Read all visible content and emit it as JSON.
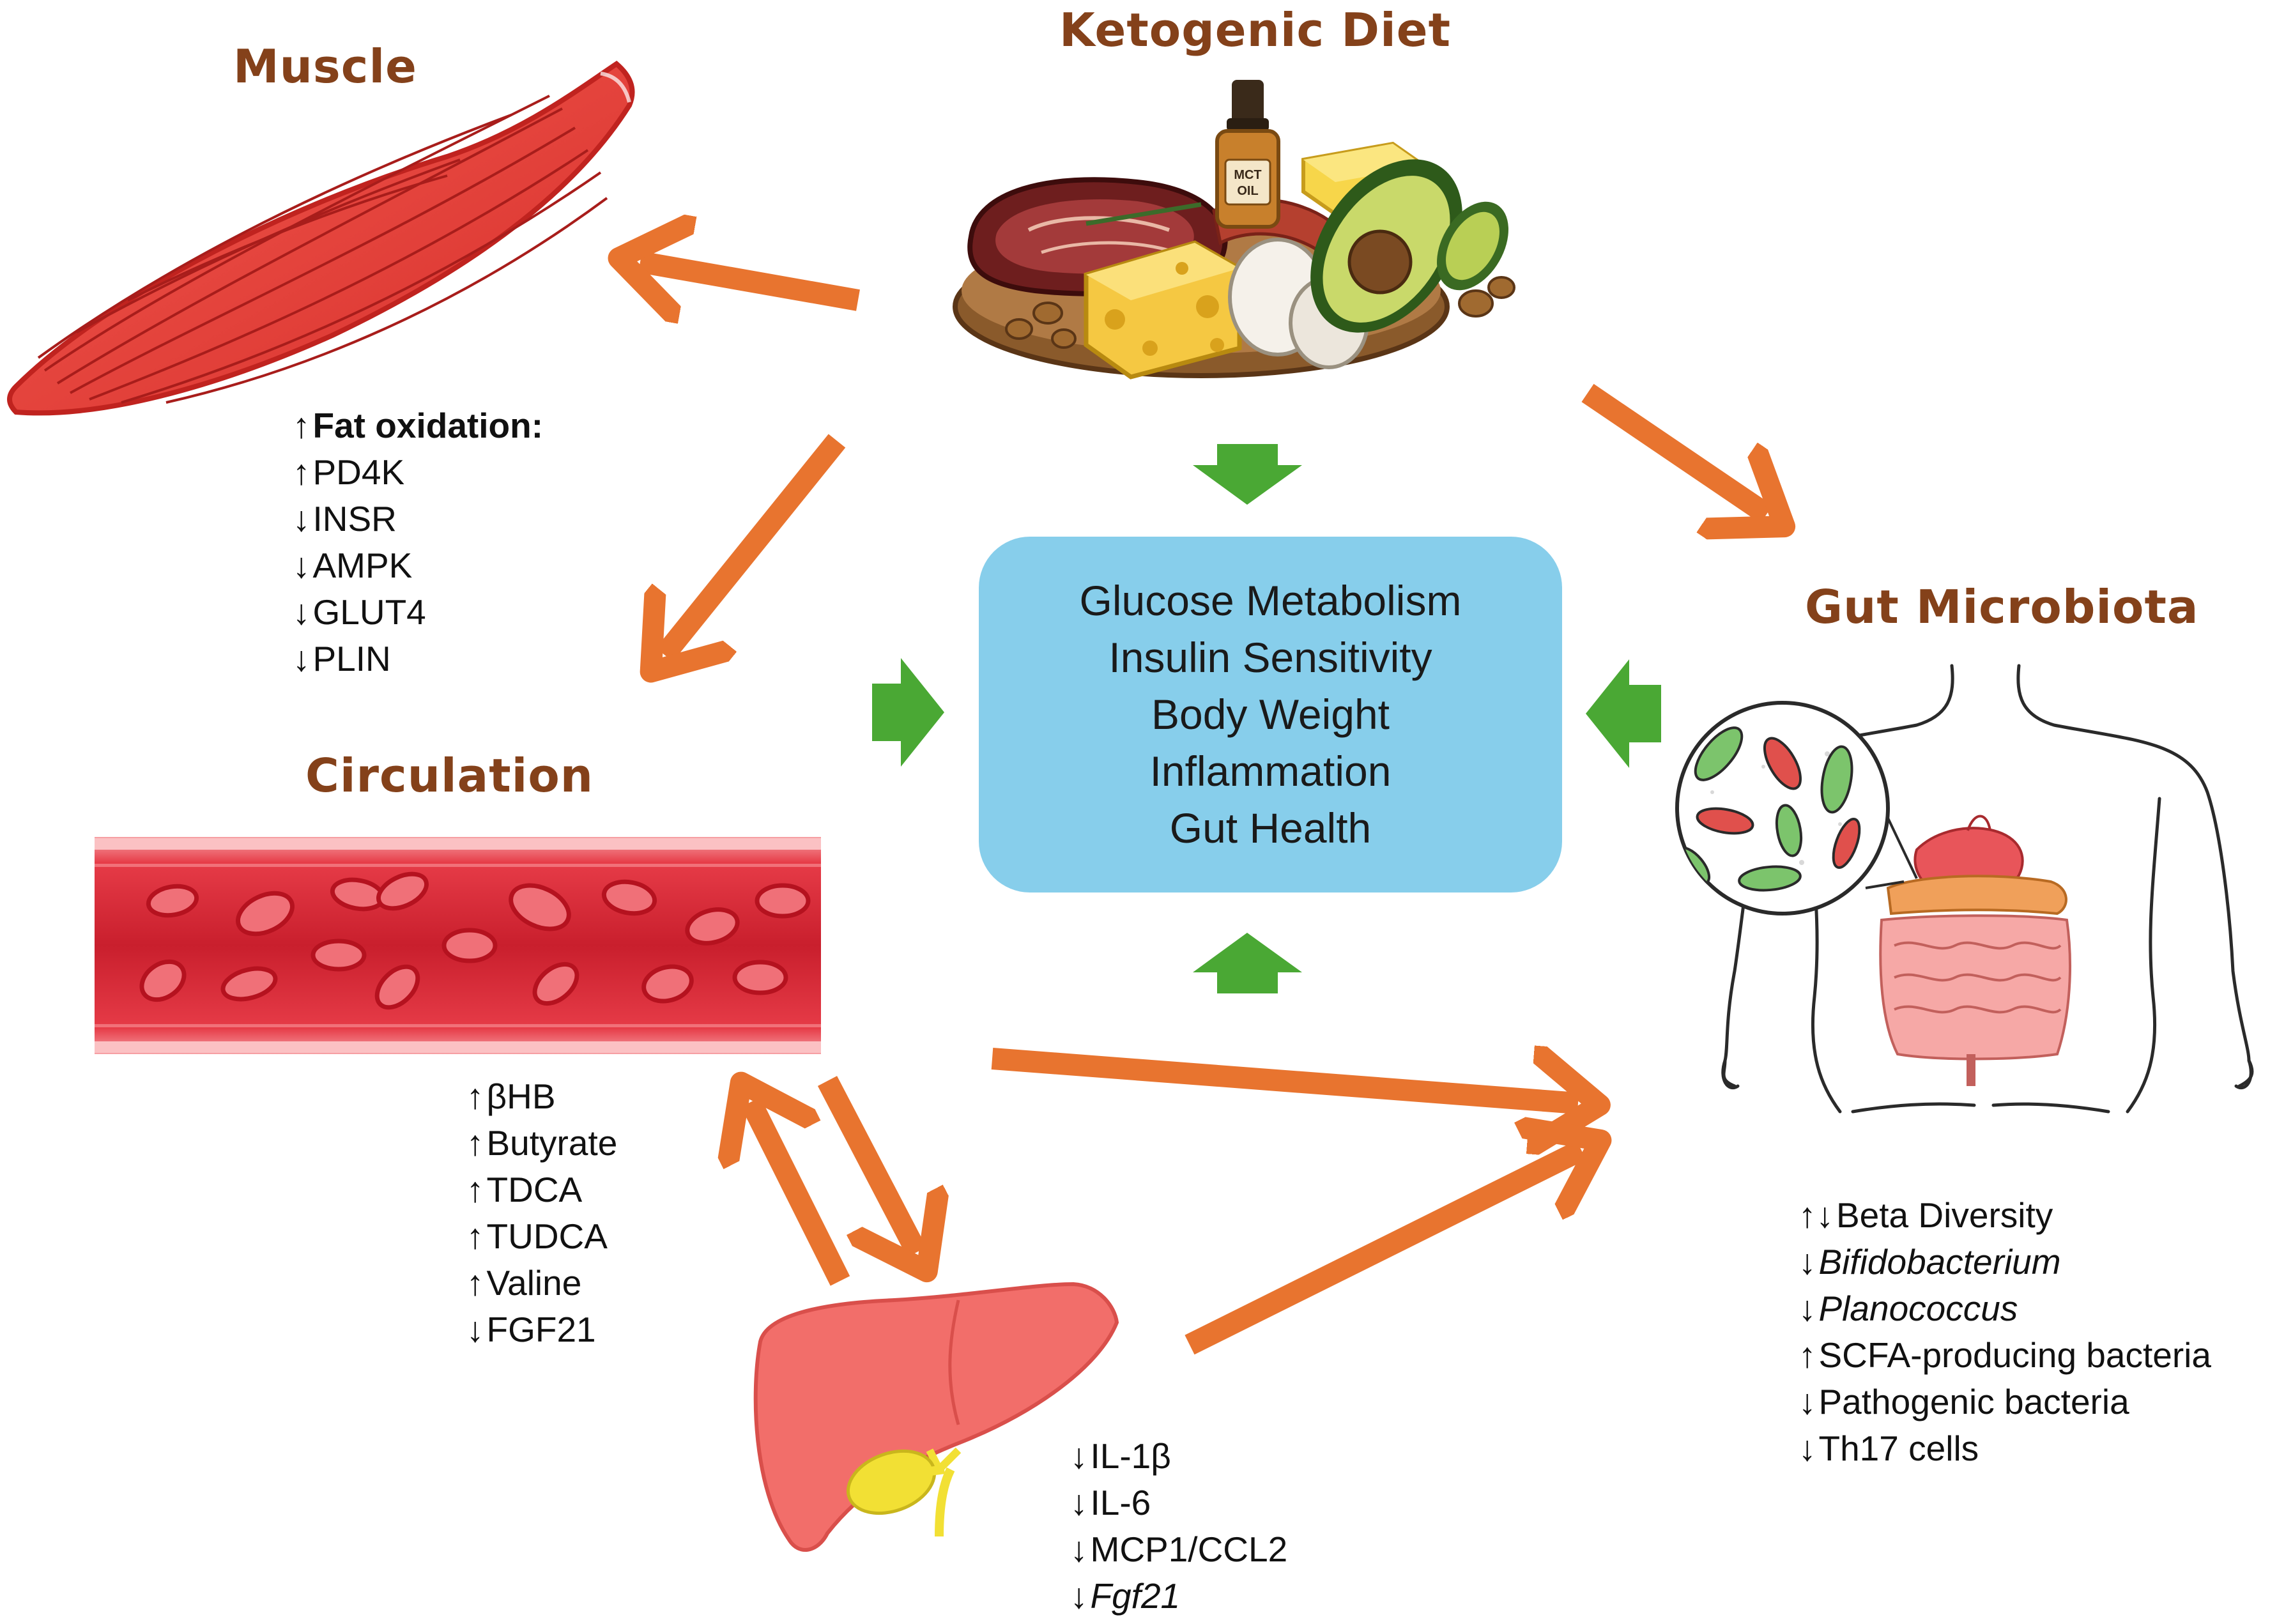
{
  "titles": {
    "muscle": "Muscle",
    "ketogenic_diet": "Ketogenic Diet",
    "circulation": "Circulation",
    "gut_microbiota": "Gut Microbiota"
  },
  "center_outcomes": [
    "Glucose Metabolism",
    "Insulin Sensitivity",
    "Body Weight",
    "Inflammation",
    "Gut Health"
  ],
  "food_label": "MCT OIL",
  "muscle_effects": [
    {
      "arrow": "↑",
      "text": "Fat oxidation:",
      "bold": true
    },
    {
      "arrow": "↑",
      "text": "PD4K"
    },
    {
      "arrow": "↓",
      "text": "INSR"
    },
    {
      "arrow": "↓",
      "text": "AMPK"
    },
    {
      "arrow": "↓",
      "text": "GLUT4"
    },
    {
      "arrow": "↓",
      "text": "PLIN"
    }
  ],
  "circulation_effects": [
    {
      "arrow": "↑",
      "text": "βHB"
    },
    {
      "arrow": "↑",
      "text": "Butyrate"
    },
    {
      "arrow": "↑",
      "text": "TDCA"
    },
    {
      "arrow": "↑",
      "text": "TUDCA"
    },
    {
      "arrow": "↑",
      "text": "Valine"
    },
    {
      "arrow": "↓",
      "text": "FGF21"
    }
  ],
  "liver_effects": [
    {
      "arrow": "↓",
      "text": "IL-1β"
    },
    {
      "arrow": "↓",
      "text": "IL-6"
    },
    {
      "arrow": "↓",
      "text": "MCP1/CCL2"
    },
    {
      "arrow": "↓",
      "text": "Fgf21",
      "italic": true
    }
  ],
  "gut_effects": [
    {
      "arrow": "↑↓",
      "text": "Beta Diversity"
    },
    {
      "arrow": "↓",
      "text": "Bifidobacterium",
      "italic": true
    },
    {
      "arrow": "↓",
      "text": "Planococcus",
      "italic": true
    },
    {
      "arrow": "↑",
      "text": "SCFA-producing bacteria"
    },
    {
      "arrow": "↓",
      "text": "Pathogenic bacteria"
    },
    {
      "arrow": "↓",
      "text": "Th17 cells"
    }
  ],
  "colors": {
    "title": "#84411a",
    "orange_arrow": "#e8742f",
    "green_arrow": "#4aa834",
    "center_box": "#87ceeb",
    "muscle": "#e8403a",
    "vessel": "#d8313a",
    "liver": "#f26e6a",
    "gallbladder": "#f2e034"
  }
}
